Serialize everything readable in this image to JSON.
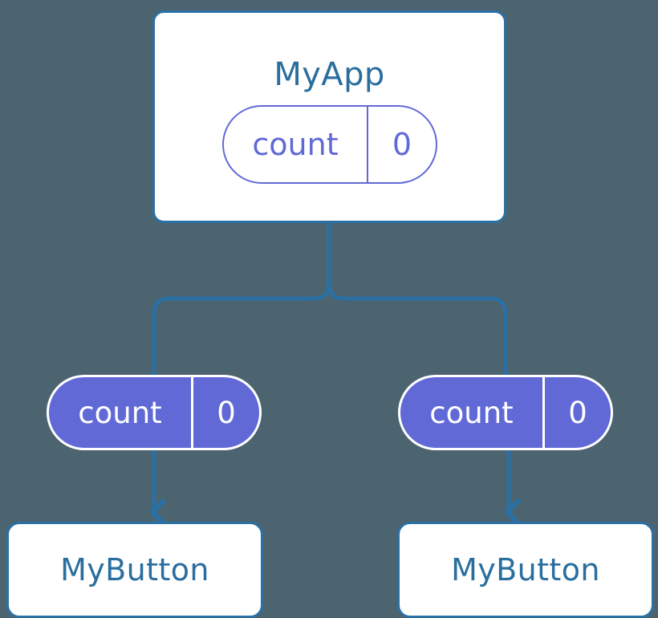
{
  "diagram": {
    "title": "MyApp",
    "background_color": "#4c646f",
    "line_color": "#2a70a4",
    "accent_color": "#6169d6",
    "text_color": "#2a6e9e",
    "nodes": {
      "root": {
        "label": "MyApp",
        "state": {
          "key": "count",
          "value": "0"
        }
      },
      "children": [
        {
          "label": "MyButton",
          "state": {
            "key": "count",
            "value": "0"
          }
        },
        {
          "label": "MyButton",
          "state": {
            "key": "count",
            "value": "0"
          }
        }
      ]
    }
  }
}
